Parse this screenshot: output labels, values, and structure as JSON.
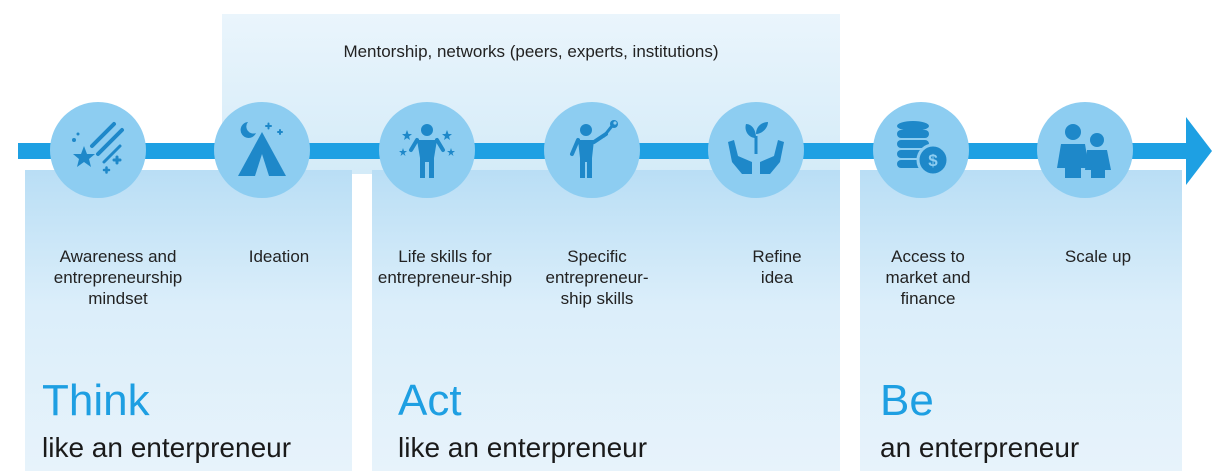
{
  "top_band": {
    "text": "Mentorship, networks (peers, experts, institutions)"
  },
  "steps": [
    {
      "label": "Awareness and entrepreneurship mindset",
      "icon": "shooting-stars-icon"
    },
    {
      "label": "Ideation",
      "icon": "tent-night-icon"
    },
    {
      "label": "Life skills for entrepreneur-ship",
      "icon": "person-stars-icon"
    },
    {
      "label": "Specific entrepreneur-ship skills",
      "icon": "person-wrench-icon"
    },
    {
      "label": "Refine idea",
      "icon": "hands-sprout-icon"
    },
    {
      "label": "Access to market and finance",
      "icon": "coins-dollar-icon"
    },
    {
      "label": "Scale up",
      "icon": "two-people-icon"
    }
  ],
  "stages": [
    {
      "title": "Think",
      "subtitle": "like an enterpreneur"
    },
    {
      "title": "Act",
      "subtitle": "like an enterpreneur"
    },
    {
      "title": "Be",
      "subtitle": "an enterpreneur"
    }
  ],
  "colors": {
    "accent": "#1ea0e3",
    "circle": "#8dcdf1",
    "icon": "#1e88c9",
    "panel": "#d4ebf8"
  }
}
